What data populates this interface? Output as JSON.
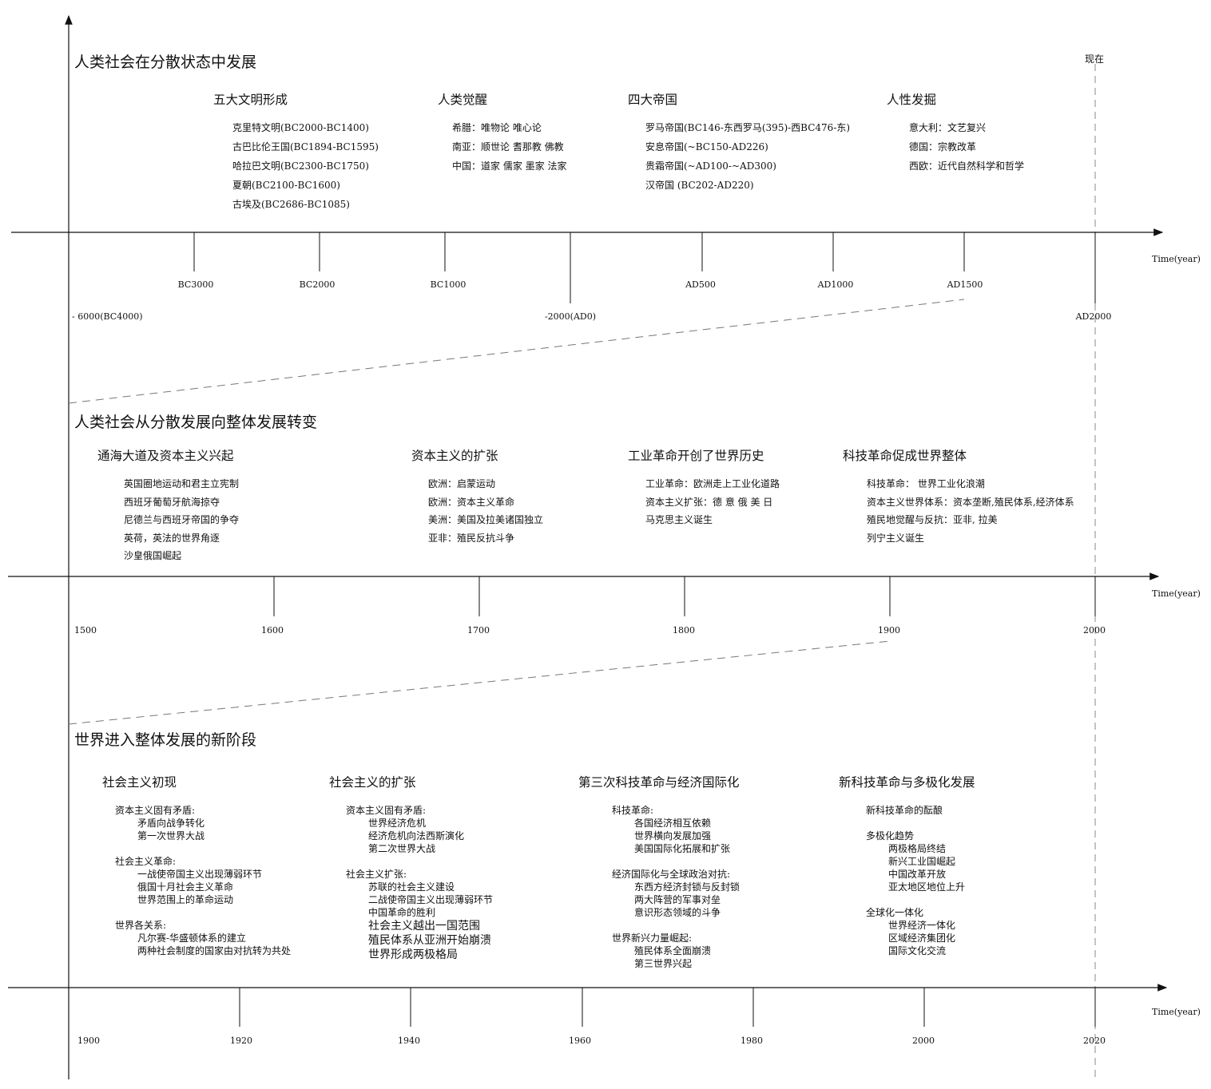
{
  "now_label": "现在",
  "time_label": "Time(year)",
  "section1": {
    "title": "人类社会在分散状态中发展",
    "groups": [
      {
        "title": "五大文明形成",
        "items": [
          "克里特文明(BC2000-BC1400)",
          "古巴比伦王国(BC1894-BC1595)",
          "哈拉巴文明(BC2300-BC1750)",
          "夏朝(BC2100-BC1600)",
          "古埃及(BC2686-BC1085)"
        ]
      },
      {
        "title": "人类觉醒",
        "items": [
          "希腊：唯物论 唯心论",
          "南亚：顺世论 耆那教 佛教",
          "中国：道家 儒家 墨家 法家"
        ]
      },
      {
        "title": "四大帝国",
        "items": [
          "罗马帝国(BC146-东西罗马(395)-西BC476-东)",
          "安息帝国(~BC150-AD226)",
          "贵霜帝国(~AD100-~AD300)",
          "汉帝国 (BC202-AD220)"
        ]
      },
      {
        "title": "人性发掘",
        "items": [
          "意大利：文艺复兴",
          "德国：宗教改革",
          "西欧：近代自然科学和哲学"
        ]
      }
    ],
    "ticks": [
      "BC3000",
      "BC2000",
      "BC1000",
      "AD500",
      "AD1000",
      "AD1500"
    ],
    "major_ticks": [
      "- 6000(BC4000)",
      "-2000(AD0)",
      "AD2000"
    ]
  },
  "section2": {
    "title": "人类社会从分散发展向整体发展转变",
    "groups": [
      {
        "title": "通海大道及资本主义兴起",
        "items": [
          "英国圈地运动和君主立宪制",
          "西班牙葡萄牙航海掠夺",
          "尼德兰与西班牙帝国的争夺",
          "英荷，英法的世界角逐",
          "沙皇俄国崛起"
        ]
      },
      {
        "title": "资本主义的扩张",
        "items": [
          "欧洲：启蒙运动",
          "欧洲：资本主义革命",
          "美洲：美国及拉美诸国独立",
          "亚非：殖民反抗斗争"
        ]
      },
      {
        "title": "工业革命开创了世界历史",
        "items": [
          "工业革命：欧洲走上工业化道路",
          "资本主义扩张：德 意 俄 美 日",
          "马克思主义诞生"
        ]
      },
      {
        "title": "科技革命促成世界整体",
        "items": [
          "科技革命： 世界工业化浪潮",
          "资本主义世界体系：资本垄断,殖民体系,经济体系",
          "殖民地觉醒与反抗：亚非, 拉美",
          "列宁主义诞生"
        ]
      }
    ],
    "ticks": [
      "1500",
      "1600",
      "1700",
      "1800",
      "1900",
      "2000"
    ]
  },
  "section3": {
    "title": "世界进入整体发展的新阶段",
    "groups": [
      {
        "title": "社会主义初现",
        "blocks": [
          {
            "head": "资本主义固有矛盾:",
            "items": [
              "矛盾向战争转化",
              "第一次世界大战"
            ]
          },
          {
            "head": "社会主义革命:",
            "items": [
              "一战使帝国主义出现薄弱环节",
              "俄国十月社会主义革命",
              "世界范围上的革命运动"
            ]
          },
          {
            "head": "世界各关系:",
            "items": [
              "凡尔赛-华盛顿体系的建立",
              "两种社会制度的国家由对抗转为共处"
            ]
          }
        ]
      },
      {
        "title": "社会主义的扩张",
        "blocks": [
          {
            "head": "资本主义固有矛盾:",
            "items": [
              "世界经济危机",
              "经济危机向法西斯演化",
              "第二次世界大战"
            ]
          },
          {
            "head": "社会主义扩张:",
            "items": [
              "苏联的社会主义建设",
              "二战使帝国主义出现薄弱环节",
              "中国革命的胜利",
              "社会主义越出一国范围",
              "殖民体系从亚洲开始崩溃",
              "世界形成两极格局"
            ]
          }
        ]
      },
      {
        "title": "第三次科技革命与经济国际化",
        "blocks": [
          {
            "head": "科技革命:",
            "items": [
              "各国经济相互依赖",
              "世界横向发展加强",
              "美国国际化拓展和扩张"
            ]
          },
          {
            "head": "经济国际化与全球政治对抗:",
            "items": [
              "东西方经济封锁与反封锁",
              "两大阵营的军事对垒",
              "意识形态领域的斗争"
            ]
          },
          {
            "head": "世界新兴力量崛起:",
            "items": [
              "殖民体系全面崩溃",
              "第三世界兴起"
            ]
          }
        ]
      },
      {
        "title": "新科技革命与多极化发展",
        "blocks": [
          {
            "head": "新科技革命的酝酿",
            "items": []
          },
          {
            "head": "多极化趋势",
            "items": [
              "两极格局终结",
              "新兴工业国崛起",
              "中国改革开放",
              "亚太地区地位上升"
            ]
          },
          {
            "head": "全球化一体化",
            "items": [
              "世界经济一体化",
              "区域经济集团化",
              "国际文化交流"
            ]
          }
        ]
      }
    ],
    "ticks": [
      "1900",
      "1920",
      "1940",
      "1960",
      "1980",
      "2000",
      "2020"
    ]
  }
}
